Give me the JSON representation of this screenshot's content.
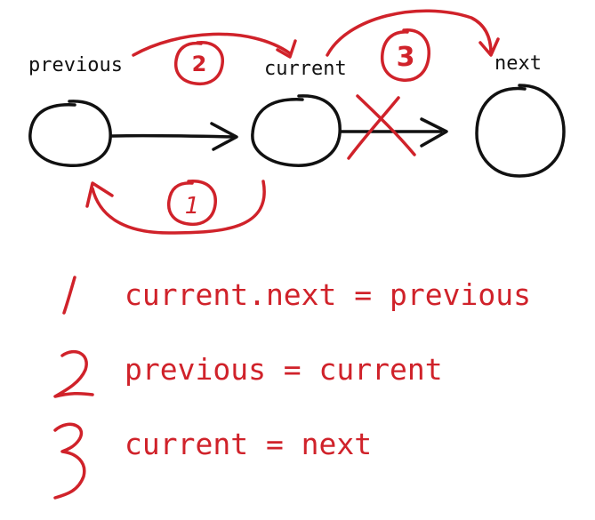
{
  "diagram": {
    "nodes": [
      {
        "id": "previous",
        "label": "previous"
      },
      {
        "id": "current",
        "label": "current"
      },
      {
        "id": "next",
        "label": "next"
      }
    ],
    "steps": [
      {
        "number": "1",
        "circled_number": "1",
        "code": "current.next = previous"
      },
      {
        "number": "2",
        "circled_number": "2",
        "code": "previous = current"
      },
      {
        "number": "3",
        "circled_number": "3",
        "code": "current = next"
      }
    ],
    "colors": {
      "ink": "#111111",
      "accent": "#d0222a",
      "background": "#ffffff"
    }
  }
}
